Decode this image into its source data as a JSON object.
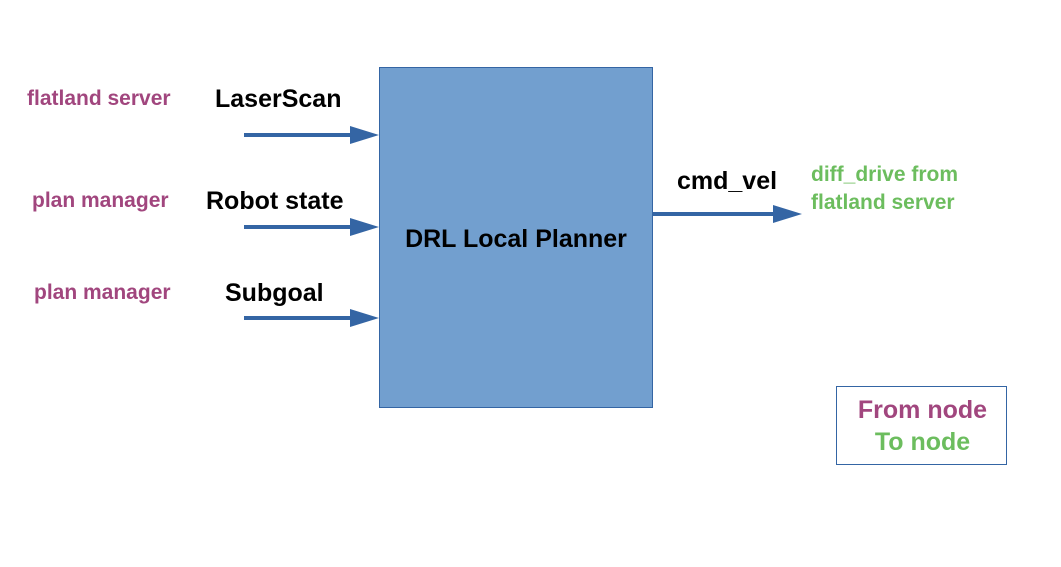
{
  "planner": {
    "label": "DRL Local Planner"
  },
  "inputs": [
    {
      "source": "flatland server",
      "signal": "LaserScan"
    },
    {
      "source": "plan manager",
      "signal": "Robot state"
    },
    {
      "source": "plan manager",
      "signal": "Subgoal"
    }
  ],
  "output": {
    "signal": "cmd_vel",
    "target_line1": "diff_drive from",
    "target_line2": "flatland server"
  },
  "legend": {
    "from_label": "From node",
    "to_label": "To node"
  },
  "colors": {
    "from_node": "#a1467e",
    "to_node": "#6cbd5e",
    "arrow": "#3465a4",
    "box_fill": "#729fcf"
  }
}
